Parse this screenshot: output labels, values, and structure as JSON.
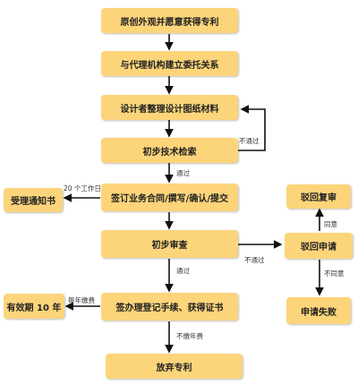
{
  "nodes": {
    "n1": "原创外观并愿意获得专利",
    "n2": "与代理机构建立委托关系",
    "n3": "设计者整理设计图纸材料",
    "n4": "初步技术检索",
    "n5": "签订业务合同/撰写/确认/提交",
    "n6": "初步审查",
    "n7": "签办理登记手续、获得证书",
    "n8": "放弃专利",
    "n9": "受理通知书",
    "n10": "有效期 10 年",
    "n11": "驳回复审",
    "n12": "驳回申请",
    "n13": "申请失败"
  },
  "edge_labels": {
    "not_passed_1": "不通过",
    "passed_1": "通过",
    "work_days": "20 个工作日",
    "passed_2": "通过",
    "not_passed_2": "不通过",
    "agree": "同意",
    "disagree": "不同意",
    "annual_fee": "每年缴费",
    "no_annual_fee": "不缴年费"
  }
}
